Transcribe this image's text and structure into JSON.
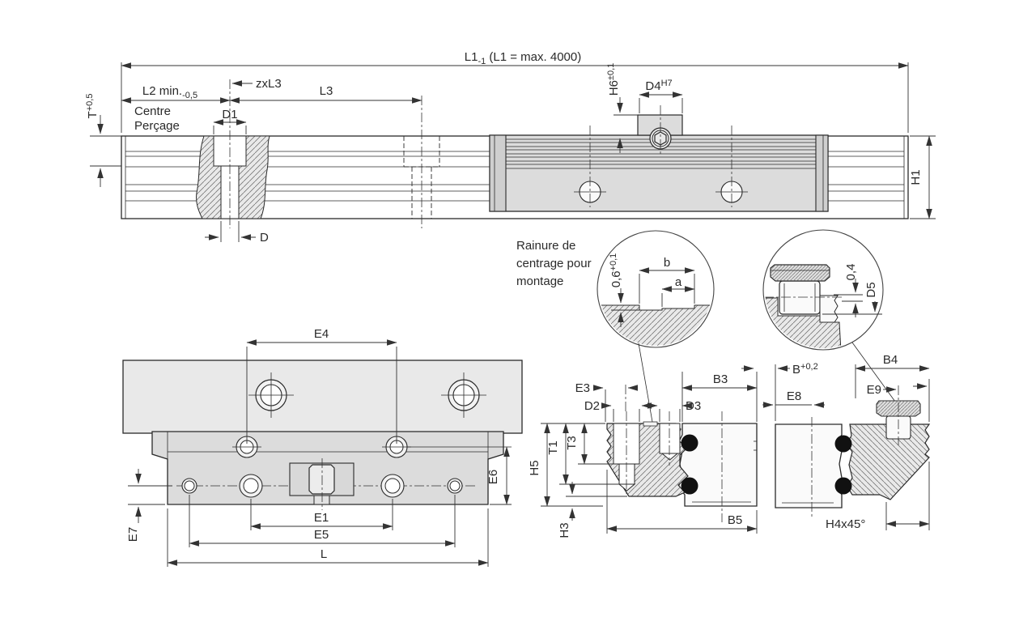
{
  "colors": {
    "background": "#ffffff",
    "line": "#2a2a2a",
    "dim": "#333333",
    "fill_light": "#e9e9e9",
    "fill_mid": "#dcdcdc",
    "fill_dark": "#cfcfcf",
    "fill_white": "#fafafa",
    "ball": "#111111",
    "hatch": "#666666"
  },
  "side_view": {
    "l1_base": "L1",
    "l1_sub": "-1",
    "l1_rest": " (L1 = max. 4000)",
    "l2_base": "L2 min.",
    "l2_sub": "-0,5",
    "zxl3": "zxL3",
    "l3": "L3",
    "d1": "D1",
    "centre_1": "Centre",
    "centre_2": "Perçage",
    "t_base": "T",
    "t_sup": "+0,5",
    "h6_base": "H6",
    "h6_sup": "±0,1",
    "d4_base": "D4",
    "d4_sup": "H7",
    "h1": "H1",
    "d": "D"
  },
  "plan_view": {
    "e4": "E4",
    "e6": "E6",
    "e7": "E7",
    "e1": "E1",
    "e5": "E5",
    "l": "L"
  },
  "detail_note": {
    "line1": "Rainure de",
    "line2": "centrage pour",
    "line3": "montage"
  },
  "detail_left": {
    "b": "b",
    "a": "a",
    "depth_base": "0,6",
    "depth_sup": "+0,1"
  },
  "detail_right": {
    "offset": "0,4",
    "d5": "D5"
  },
  "section_left": {
    "e3": "E3",
    "d2": "D2",
    "d3": "D3",
    "b3": "B3",
    "t3": "T3",
    "t1": "T1",
    "h5": "H5",
    "h3": "H3",
    "b5": "B5"
  },
  "section_right": {
    "b_base": "B",
    "b_sup": "+0,2",
    "e8": "E8",
    "b4": "B4",
    "e9": "E9",
    "h4": "H4x45°"
  }
}
